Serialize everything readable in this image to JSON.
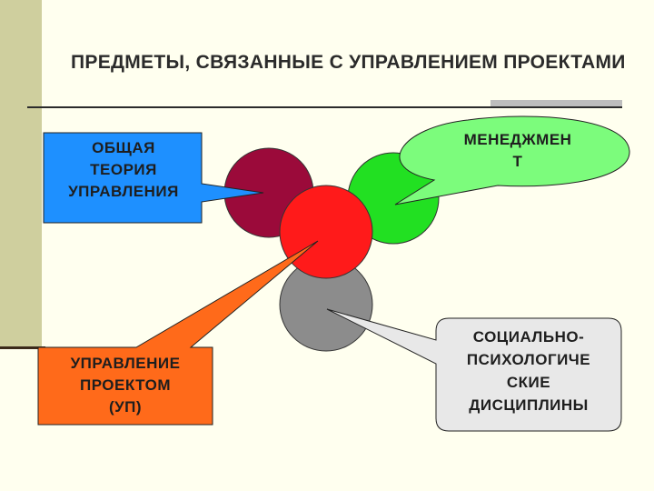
{
  "title": "ПРЕДМЕТЫ, СВЯЗАННЫЕ С УПРАВЛЕНИЕМ ПРОЕКТАМИ",
  "nodes": {
    "general_theory": [
      "ОБЩАЯ",
      "ТЕОРИЯ",
      "УПРАВЛЕНИЯ"
    ],
    "management": [
      "МЕНЕДЖМЕН",
      "Т"
    ],
    "project_management": [
      "УПРАВЛЕНИЕ",
      "ПРОЕКТОМ",
      "(УП)"
    ],
    "socio_psych": [
      "СОЦИАЛЬНО-",
      "ПСИХОЛОГИЧЕ",
      "СКИЕ",
      "ДИСЦИПЛИНЫ"
    ]
  },
  "colors": {
    "general_theory_box": "#1E90FF",
    "management_bubble": "#7CFC7C",
    "project_box": "#FF6A1A",
    "socio_box": "#E8E8E8",
    "circle_maroon": "#9B0A3A",
    "circle_green": "#22E022",
    "circle_red": "#FF1A1A",
    "circle_gray": "#8C8C8C"
  }
}
